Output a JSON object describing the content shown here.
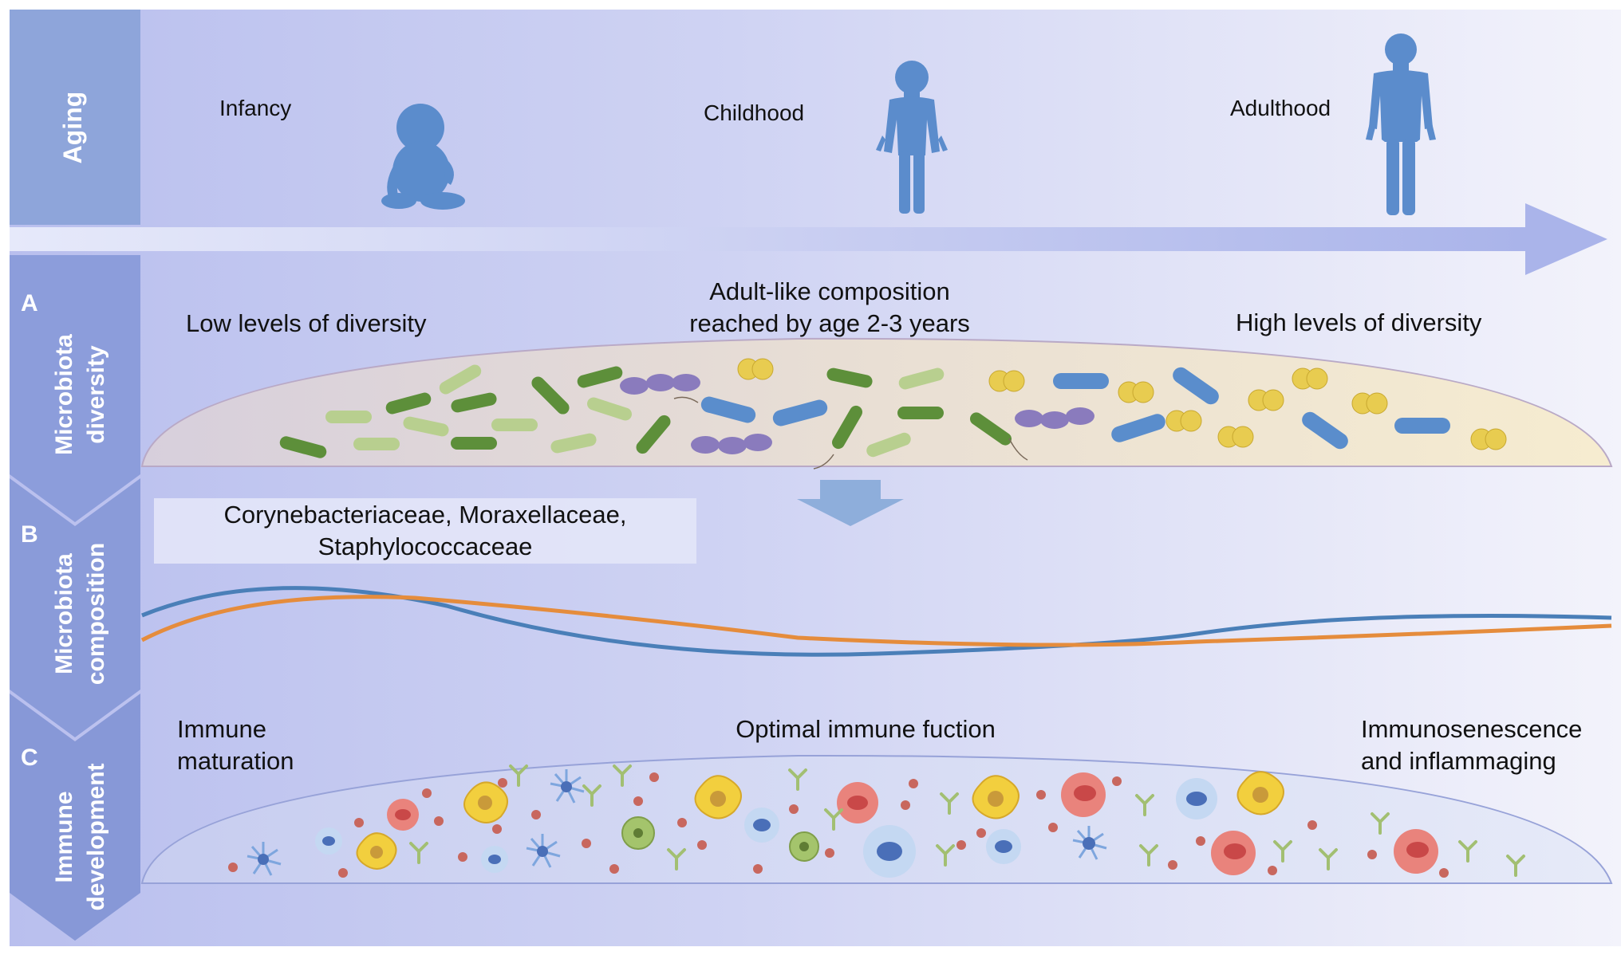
{
  "aging": {
    "label": "Aging",
    "stages": [
      "Infancy",
      "Childhood",
      "Adulthood"
    ]
  },
  "panel_a": {
    "letter": "A",
    "label_line1": "Microbiota",
    "label_line2": "diversity",
    "left_text": "Low levels of diversity",
    "center_line1": "Adult-like composition",
    "center_line2": "reached by age 2-3 years",
    "right_text": "High levels of diversity"
  },
  "panel_b": {
    "letter": "B",
    "label_line1": "Microbiota",
    "label_line2": "composition",
    "box_line1": "Corynebacteriaceae, Moraxellaceae,",
    "box_line2": "Staphylococcaceae"
  },
  "panel_c": {
    "letter": "C",
    "label_line1": "Immune",
    "label_line2": "development",
    "left_line1": "Immune",
    "left_line2": "maturation",
    "center_text": "Optimal immune fuction",
    "right_line1": "Immunosenescence",
    "right_line2": "and inflammaging"
  },
  "colors": {
    "panel_blue": "#8a9fd8",
    "human_blue": "#5b8ccc",
    "curve_blue": "#4a7fb8",
    "curve_orange": "#e58c3c",
    "bacteria_green": "#5d8f3a",
    "bacteria_light_green": "#b8cf8f",
    "bacteria_blue": "#5a8dcc",
    "bacteria_purple": "#8a7bbd",
    "coccus_yellow": "#e8cc50",
    "cell_red": "#e26a6a",
    "cell_blue": "#6a8ed0"
  }
}
